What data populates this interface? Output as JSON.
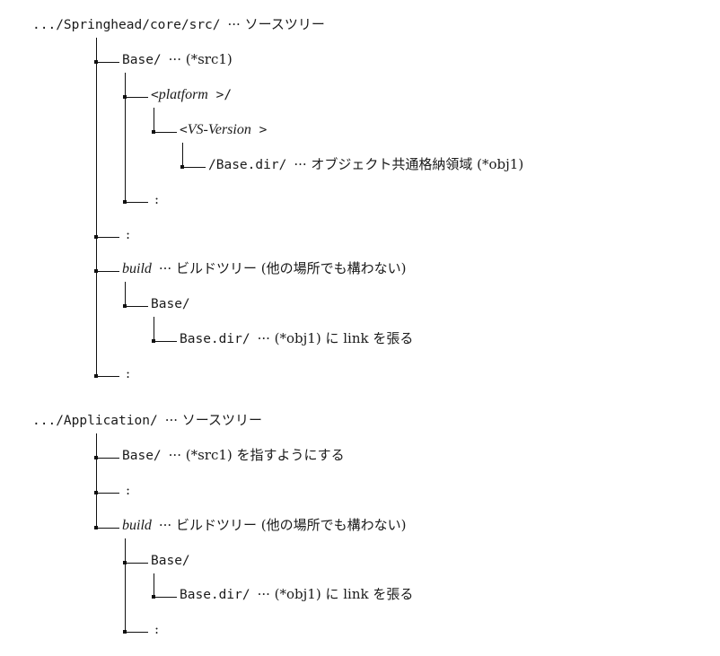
{
  "tree_a": {
    "root": {
      "path": ".../Springhead/core/src/",
      "comment": "··· ソースツリー"
    },
    "base": {
      "path": "Base/",
      "comment": "··· (*src1)"
    },
    "platform": {
      "lt": "<",
      "name": "platform",
      "gt": " >/"
    },
    "vs_version": {
      "lt": "<",
      "name": "VS-Version",
      "gt": " >"
    },
    "base_dir": {
      "path": "/Base.dir/",
      "comment": "··· オブジェクト共通格納領域 (*obj1)"
    },
    "ellipsis_inner": ":",
    "ellipsis_mid": ":",
    "build": {
      "name": "build",
      "comment": "··· ビルドツリー (他の場所でも構わない)"
    },
    "build_base": {
      "path": "Base/"
    },
    "build_base_dir": {
      "path": "Base.dir/",
      "comment": "··· (*obj1) に link を張る"
    },
    "ellipsis_end": ":"
  },
  "tree_b": {
    "root": {
      "path": ".../Application/",
      "comment": "··· ソースツリー"
    },
    "base": {
      "path": "Base/",
      "comment": "··· (*src1) を指すようにする"
    },
    "ellipsis_mid": ":",
    "build": {
      "name": "build",
      "comment": "··· ビルドツリー (他の場所でも構わない)"
    },
    "build_base": {
      "path": "Base/"
    },
    "build_base_dir": {
      "path": "Base.dir/",
      "comment": "··· (*obj1) に link を張る"
    },
    "ellipsis_end": ":"
  }
}
